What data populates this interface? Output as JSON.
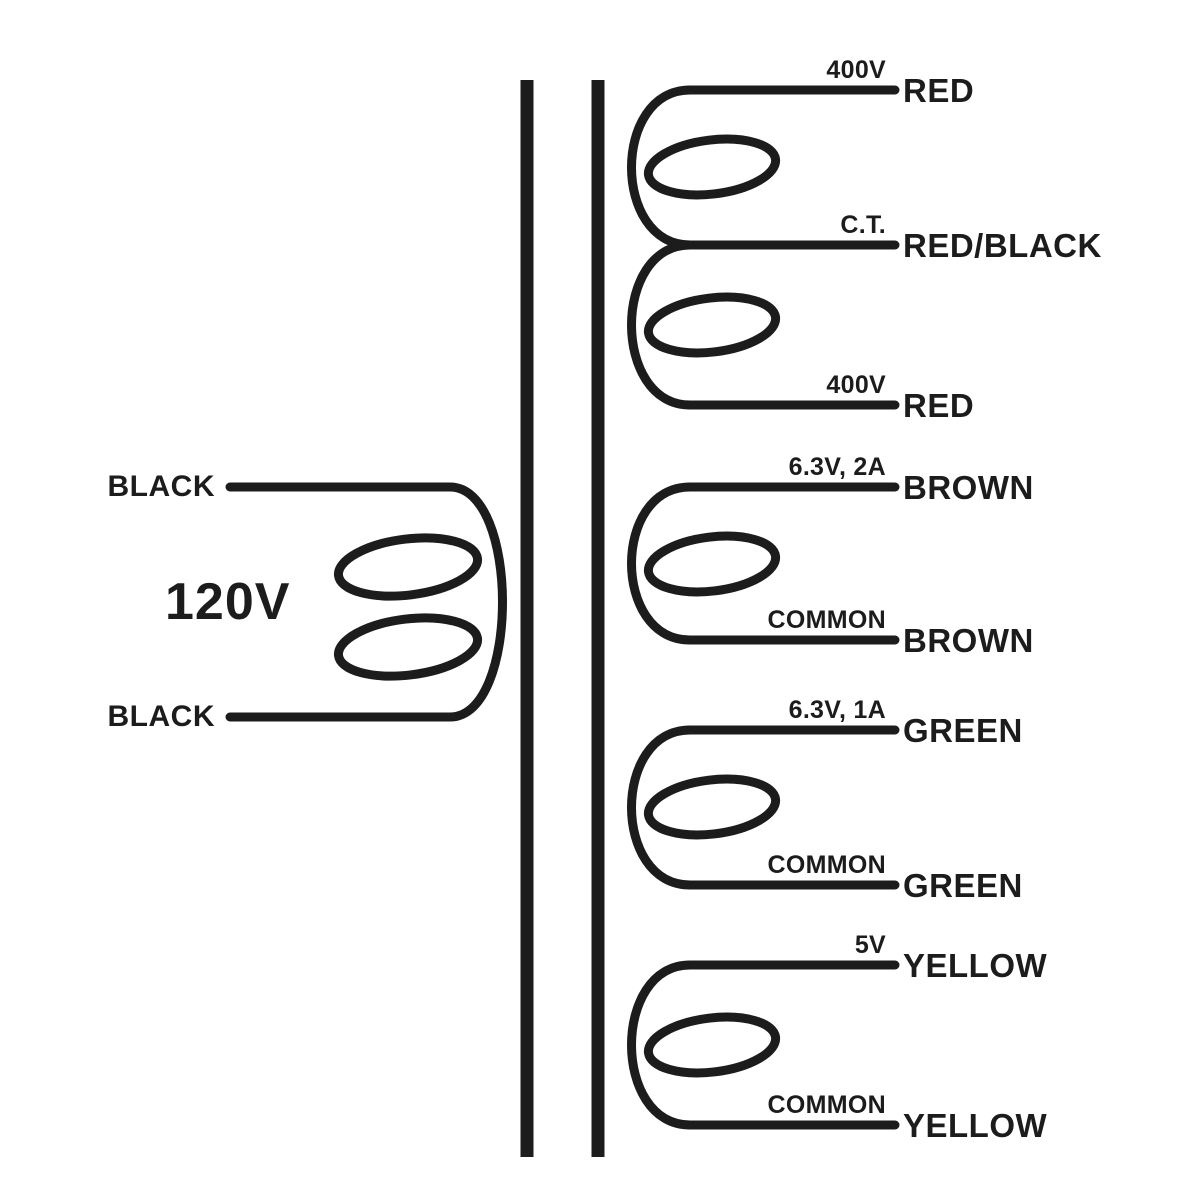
{
  "colors": {
    "background": "#ffffff",
    "wire": "#1c1c1c",
    "text": "#1c1c1c"
  },
  "primary": {
    "voltage": "120V",
    "leads": [
      {
        "label": "BLACK"
      },
      {
        "label": "BLACK"
      }
    ]
  },
  "secondaries": {
    "hv": {
      "taps": [
        {
          "value": "400V",
          "wire": "RED"
        },
        {
          "value": "C.T.",
          "wire": "RED/BLACK"
        },
        {
          "value": "400V",
          "wire": "RED"
        }
      ]
    },
    "heater_2a": {
      "taps": [
        {
          "value": "6.3V, 2A",
          "wire": "BROWN"
        },
        {
          "value": "COMMON",
          "wire": "BROWN"
        }
      ]
    },
    "heater_1a": {
      "taps": [
        {
          "value": "6.3V, 1A",
          "wire": "GREEN"
        },
        {
          "value": "COMMON",
          "wire": "GREEN"
        }
      ]
    },
    "rectifier_5v": {
      "taps": [
        {
          "value": "5V",
          "wire": "YELLOW"
        },
        {
          "value": "COMMON",
          "wire": "YELLOW"
        }
      ]
    }
  }
}
